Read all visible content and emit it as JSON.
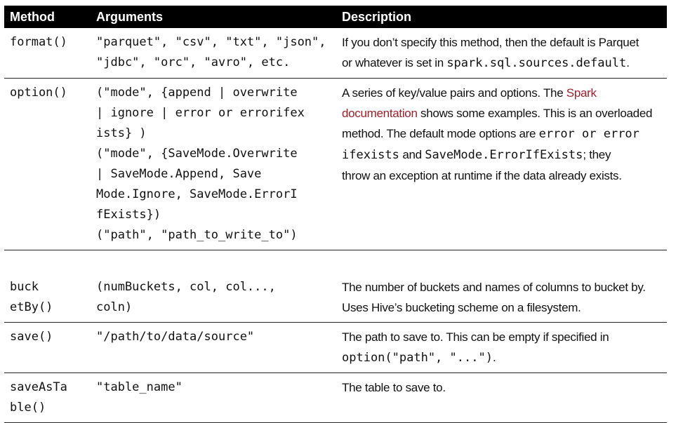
{
  "headers": {
    "method": "Method",
    "arguments": "Arguments",
    "description": "Description"
  },
  "rows": [
    {
      "method": [
        "format()"
      ],
      "args": [
        "\"parquet\", \"csv\", \"txt\", \"json\",",
        "\"jdbc\", \"orc\", \"avro\", etc."
      ],
      "desc": {
        "p1": "If you don’t specify this method, then the default is Parquet",
        "p2": "or whatever is set in ",
        "code1": "spark.sql.sources.default",
        "p3": "."
      }
    },
    {
      "method": [
        "option()"
      ],
      "args": [
        "(\"mode\", {append | overwrite",
        "| ignore | error or errorifex",
        "ists} )",
        "(\"mode\", {SaveMode.Overwrite",
        "| SaveMode.Append, Save",
        "Mode.Ignore, SaveMode.ErrorI",
        "fExists})",
        "(\"path\", \"path_to_write_to\")"
      ],
      "desc": {
        "p1": "A series of key/value pairs and options. The ",
        "link1": "Spark",
        "link2": "documentation",
        "p2": " shows some examples. This is an overloaded",
        "p3": "method. The default mode options are ",
        "code1": "error or error",
        "code2": "ifexists",
        "p4": " and ",
        "code3": "SaveMode.ErrorIfExists",
        "p5": "; they",
        "p6": "throw an exception at runtime if the data already exists."
      }
    },
    {
      "method": [
        "buck",
        "etBy()"
      ],
      "args": [
        "(numBuckets, col, col...,",
        "coln)"
      ],
      "desc": {
        "p1": "The number of buckets and names of columns to bucket by.",
        "p2": "Uses Hive’s bucketing scheme on a filesystem."
      }
    },
    {
      "method": [
        "save()"
      ],
      "args": [
        "\"/path/to/data/source\""
      ],
      "desc": {
        "p1": "The path to save to. This can be empty if specified in",
        "code1": "option(\"path\", \"...\")",
        "p2": "."
      }
    },
    {
      "method": [
        "saveAsTa",
        "ble()"
      ],
      "args": [
        "\"table_name\""
      ],
      "desc": {
        "p1": "The table to save to."
      }
    }
  ]
}
